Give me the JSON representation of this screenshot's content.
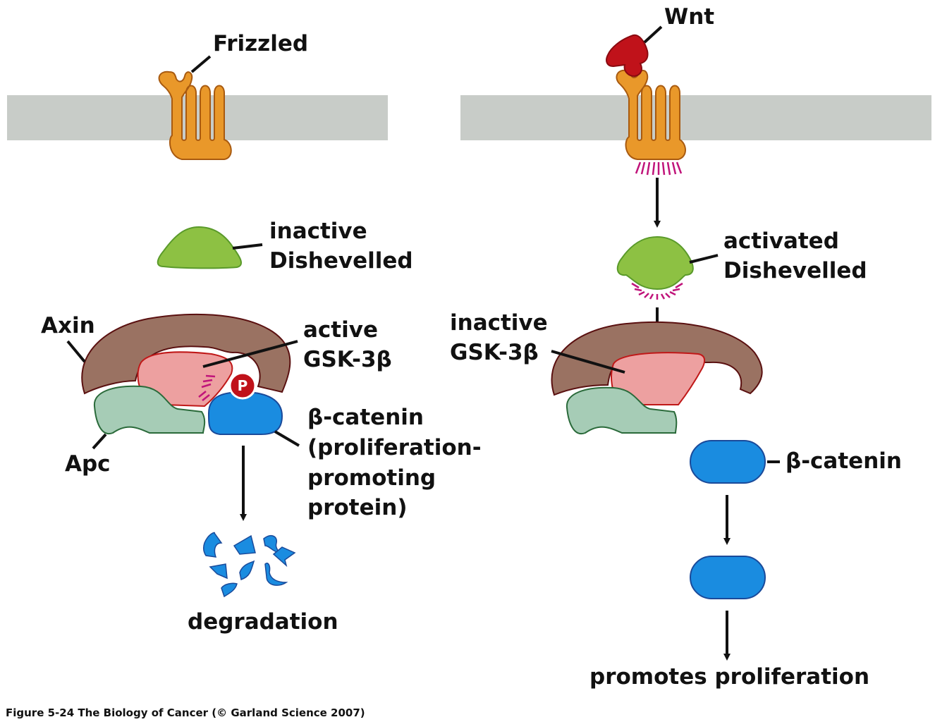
{
  "figure": {
    "caption": "Figure 5-24  The Biology of Cancer (© Garland Science 2007)",
    "colors": {
      "membrane": "#c8ccc8",
      "receptor": "#e9982a",
      "receptor_outline": "#a85a10",
      "wnt": "#c0121a",
      "dishevelled": "#8dc143",
      "dishevelled_outline": "#5a9a2a",
      "axin": "#9a7262",
      "axin_outline": "#5a1010",
      "gsk3b": "#eda0a0",
      "gsk3b_outline": "#c01818",
      "apc": "#a6ccb6",
      "apc_outline": "#2a6a3a",
      "beta_catenin": "#1a8ce0",
      "beta_catenin_outline": "#1a4a9a",
      "phosphate": "#c0121a",
      "activation_spikes": "#c0147a"
    },
    "left_panel": {
      "frizzled_label": "Frizzled",
      "dishevelled_label_line1": "inactive",
      "dishevelled_label_line2": "Dishevelled",
      "axin_label": "Axin",
      "gsk_label_line1": "active",
      "gsk_label_line2": "GSK-3β",
      "phosphate_label": "P",
      "apc_label": "Apc",
      "catenin_label_line1": "β-catenin",
      "catenin_label_line2": "(proliferation-",
      "catenin_label_line3": "promoting",
      "catenin_label_line4": "protein)",
      "outcome_label": "degradation"
    },
    "right_panel": {
      "wnt_label": "Wnt",
      "dishevelled_label_line1": "activated",
      "dishevelled_label_line2": "Dishevelled",
      "gsk_label_line1": "inactive",
      "gsk_label_line2": "GSK-3β",
      "catenin_label": "β-catenin",
      "outcome_label": "promotes proliferation"
    }
  }
}
